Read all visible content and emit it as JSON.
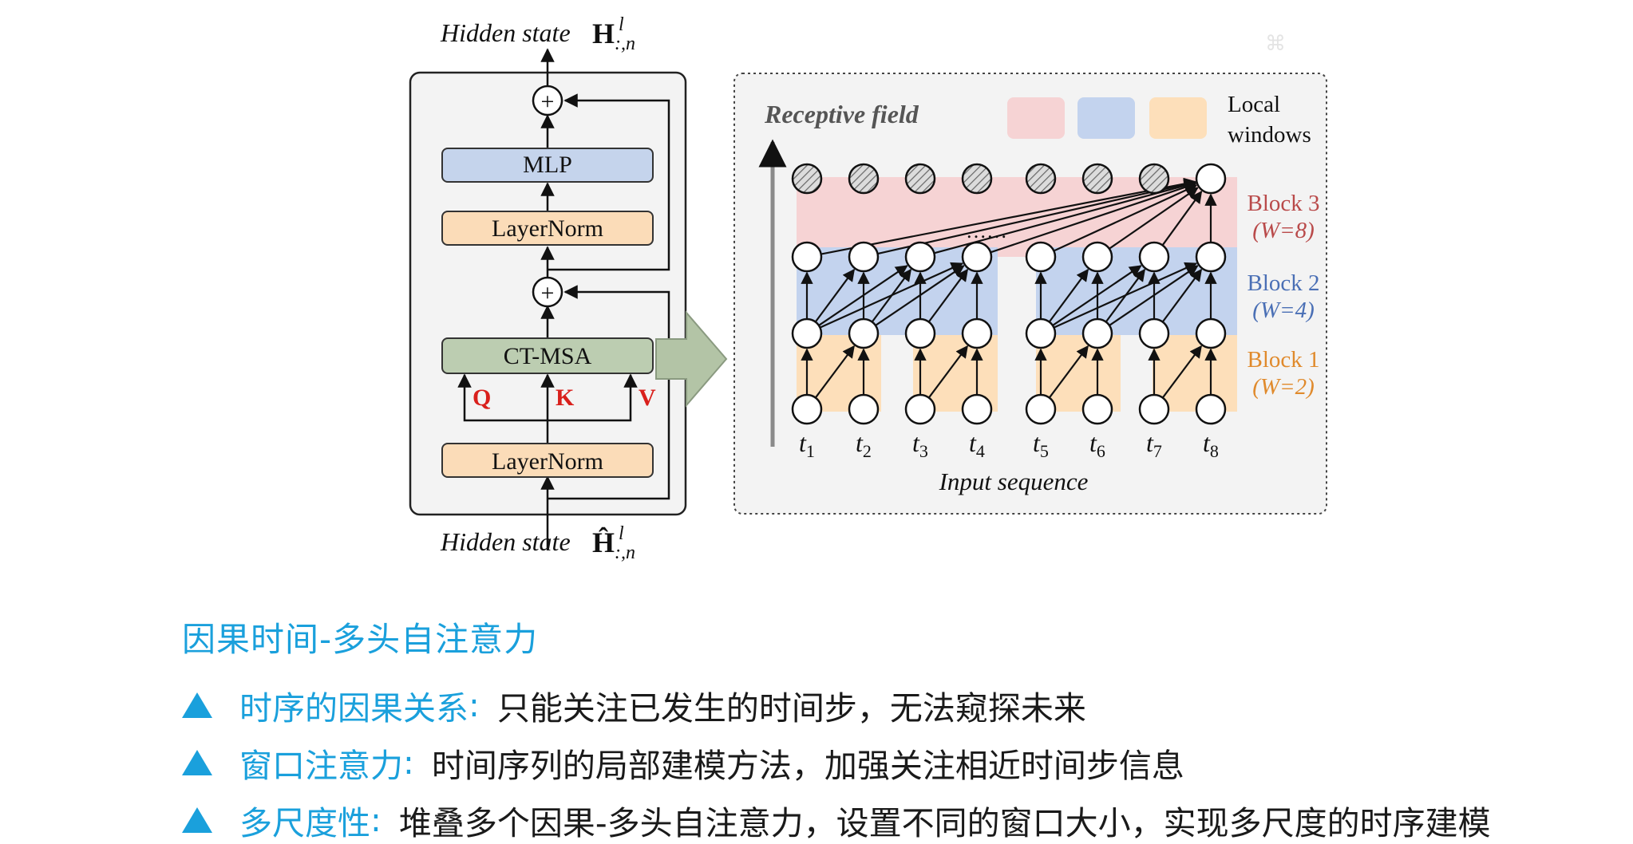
{
  "diagram": {
    "top_label_prefix": "Hidden state",
    "top_label_symbol": "H",
    "bottom_label_prefix": "Hidden state",
    "bottom_label_symbol": "Ĥ",
    "superscript": "l",
    "subscript": ":,n",
    "block": {
      "plus": "+",
      "mlp": "MLP",
      "layernorm_top": "LayerNorm",
      "ct_msa": "CT-MSA",
      "layernorm_bottom": "LayerNorm",
      "q": "Q",
      "k": "K",
      "v": "V"
    },
    "right_panel": {
      "receptive_field": "Receptive field",
      "legend_line1": "Local",
      "legend_line2": "windows",
      "dots": "……",
      "input_sequence": "Input sequence",
      "time_steps": [
        "t1",
        "t2",
        "t3",
        "t4",
        "t5",
        "t6",
        "t7",
        "t8"
      ],
      "blocks": [
        {
          "name": "Block 3",
          "window": "(W=8)",
          "color": "#b94a4a"
        },
        {
          "name": "Block 2",
          "window": "(W=4)",
          "color": "#4a6fb5"
        },
        {
          "name": "Block 1",
          "window": "(W=2)",
          "color": "#e08a2c"
        }
      ]
    },
    "colors": {
      "pink": "#f6d3d4",
      "blue": "#c3d3ee",
      "orange": "#fddfba",
      "mlp_fill": "#c5d4ec",
      "layernorm_fill": "#fbdcb8",
      "ctmsa_fill": "#bccdb1",
      "qkv": "#d9201c"
    }
  },
  "text": {
    "section_title": "因果时间-多头自注意力",
    "bullets": [
      {
        "key": "时序的因果关系",
        "sep": ":",
        "text": "只能关注已发生的时间步，无法窥探未来"
      },
      {
        "key": "窗口注意力",
        "sep": ":",
        "text": "时间序列的局部建模方法，加强关注相近时间步信息"
      },
      {
        "key": "多尺度性",
        "sep": ":",
        "text": "堆叠多个因果-多头自注意力，设置不同的窗口大小，实现多尺度的时序建模"
      }
    ]
  }
}
